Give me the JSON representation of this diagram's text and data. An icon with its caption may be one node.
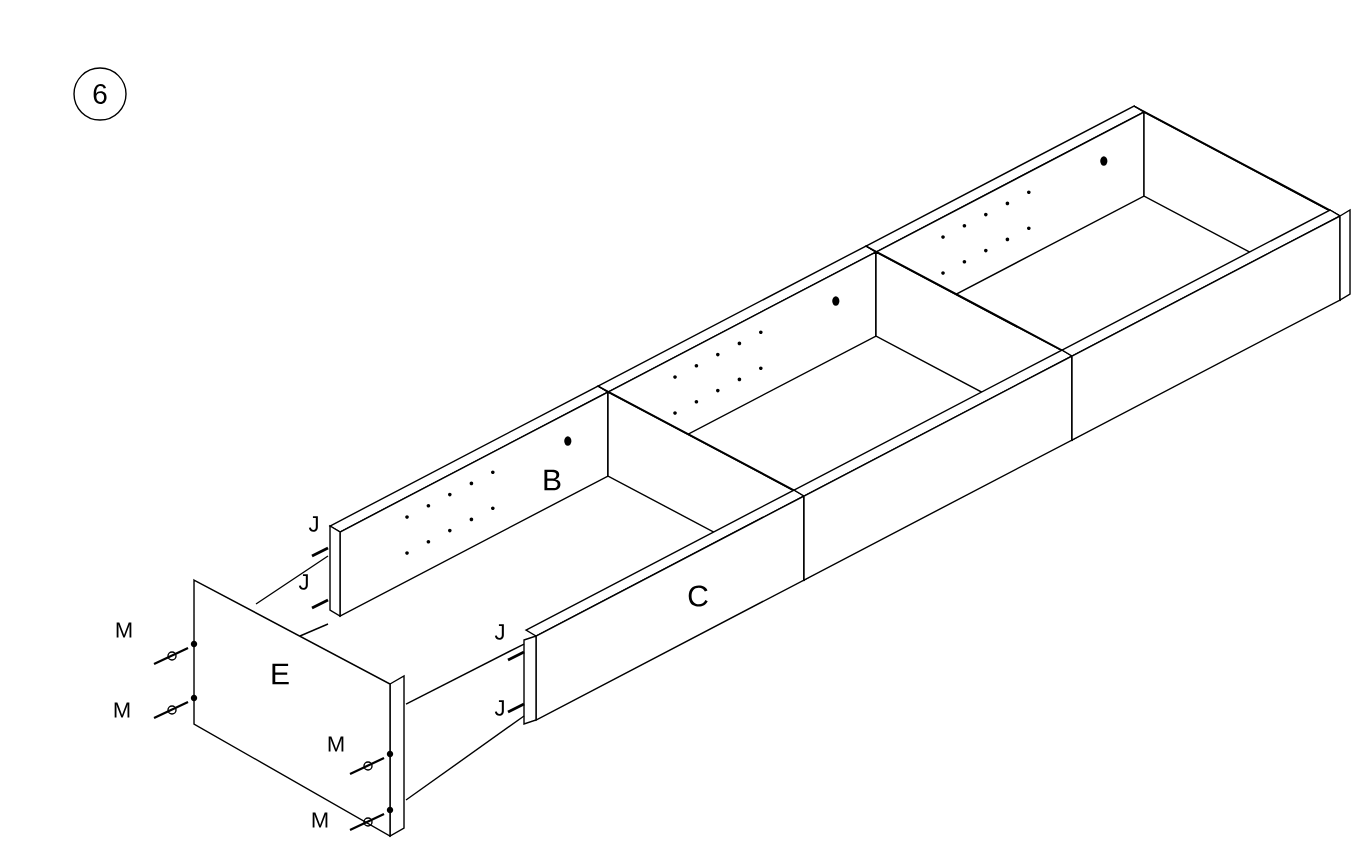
{
  "diagram": {
    "nodes": [
      {
        "text": [
          "6"
        ]
      }
    ],
    "labels": [
      "B",
      "J",
      "C",
      "J",
      "M",
      "J",
      "E",
      "M",
      "J",
      "M",
      "M"
    ]
  }
}
